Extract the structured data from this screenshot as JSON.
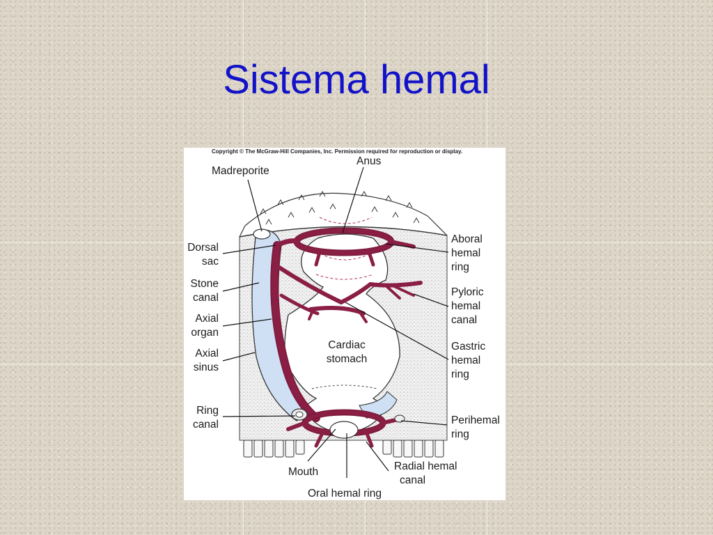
{
  "title": "Sistema hemal",
  "figure": {
    "copyright": "Copyright © The McGraw-Hill Companies, Inc. Permission required for reproduction or display.",
    "labels": {
      "madreporite": "Madreporite",
      "anus": "Anus",
      "dorsal_sac": [
        "Dorsal",
        "sac"
      ],
      "stone_canal": [
        "Stone",
        "canal"
      ],
      "axial_organ": [
        "Axial",
        "organ"
      ],
      "axial_sinus": [
        "Axial",
        "sinus"
      ],
      "ring_canal": [
        "Ring",
        "canal"
      ],
      "mouth": "Mouth",
      "oral_hemal_ring": "Oral hemal ring",
      "radial_hemal_canal": [
        "Radial hemal",
        "canal"
      ],
      "perihemal_ring": [
        "Perihemal",
        "ring"
      ],
      "gastric_hemal_ring": [
        "Gastric",
        "hemal",
        "ring"
      ],
      "pyloric_hemal_canal": [
        "Pyloric",
        "hemal",
        "canal"
      ],
      "aboral_hemal_ring": [
        "Aboral",
        "hemal",
        "ring"
      ],
      "cardiac_stomach": [
        "Cardiac",
        "stomach"
      ]
    },
    "colors": {
      "hemal_vessel": "#8a1e44",
      "axial_sinus": "#cfe0f5",
      "tissue": "#efefef"
    }
  }
}
